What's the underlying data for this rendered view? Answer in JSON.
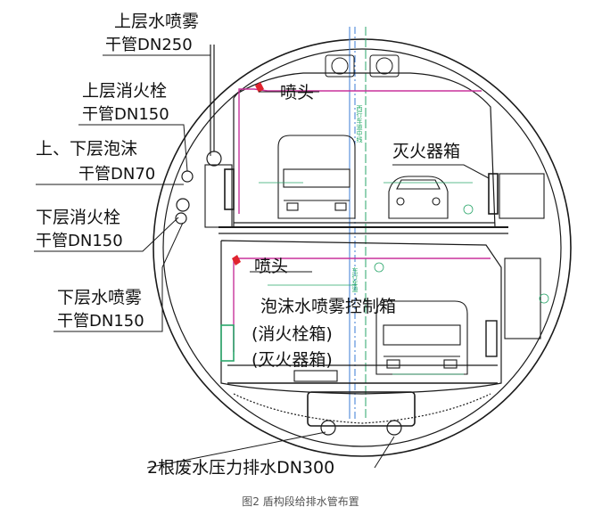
{
  "labels": {
    "upper_mist_line1": "上层水喷雾",
    "upper_mist_line2": "干管DN250",
    "upper_hydrant_line1": "上层消火栓",
    "upper_hydrant_line2": "干管DN150",
    "foam_line1": "上、下层泡沫",
    "foam_line2": "干管DN70",
    "lower_hydrant_line1": "下层消火栓",
    "lower_hydrant_line2": "干管DN150",
    "lower_mist_line1": "下层水喷雾",
    "lower_mist_line2": "干管DN150",
    "upper_nozzle": "喷头",
    "extinguisher_box": "灭火器箱",
    "lower_nozzle": "喷头",
    "control_box_line1": "泡沫水喷雾控制箱",
    "control_box_line2": "(消火栓箱)",
    "control_box_line3": "(灭火器箱)",
    "drain_pipes": "2根废水压力排水DN300"
  },
  "vertical_notes": {
    "centerline": "西行车道中线",
    "lower_centerline": "东行车道"
  },
  "caption": "图2  盾构段给排水管布置",
  "colors": {
    "line": "#1a1a1a",
    "magenta": "#c8329b",
    "green": "#2aa66a",
    "blue": "#3a7bd5",
    "red": "#e0242f",
    "caption": "#555555"
  }
}
